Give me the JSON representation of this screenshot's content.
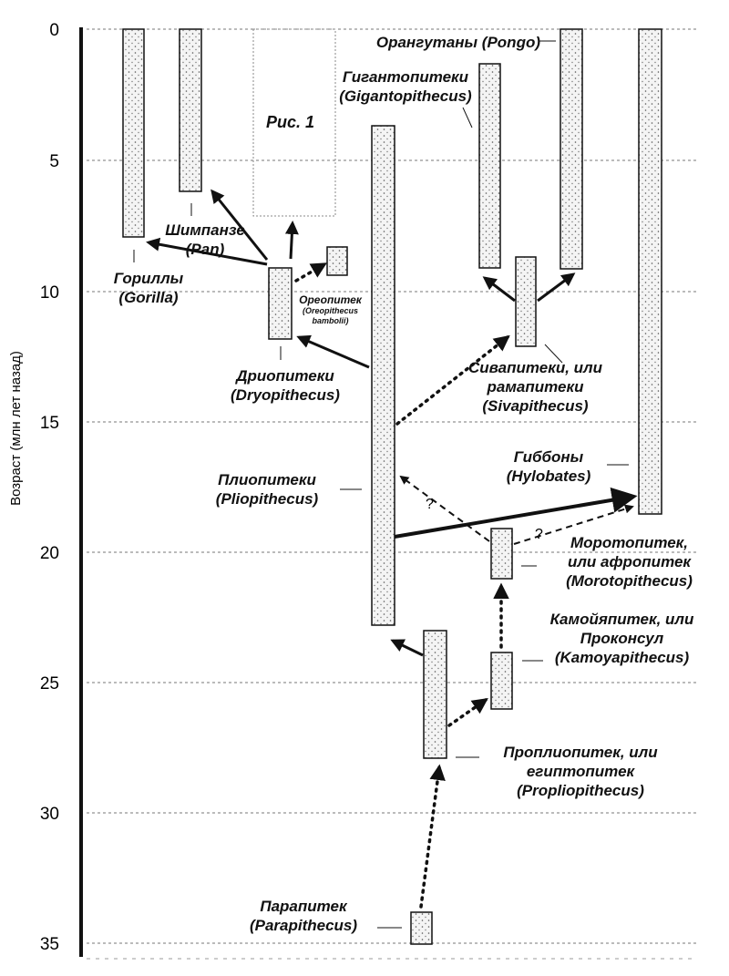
{
  "y_axis": {
    "label": "Возраст (млн лет назад)",
    "ticks": [
      "0",
      "5",
      "10",
      "15",
      "20",
      "25",
      "30",
      "35"
    ]
  },
  "figure_label": "Рис. 1",
  "taxa": [
    {
      "id": "gorilla",
      "lines": [
        "Гориллы",
        "(Gorilla)"
      ]
    },
    {
      "id": "pan",
      "lines": [
        "Шимпанзе",
        "(Pan)"
      ]
    },
    {
      "id": "oreopithecus",
      "lines": [
        "Ореопитек"
      ],
      "sub": [
        "(Oreopithecus",
        "bambolii)"
      ]
    },
    {
      "id": "dryopithecus",
      "lines": [
        "Дриопитеки",
        "(Dryopithecus)"
      ]
    },
    {
      "id": "pliopithecus",
      "lines": [
        "Плиопитеки",
        "(Pliopithecus)"
      ]
    },
    {
      "id": "pongo",
      "lines": [
        "Орангутаны (Pongo)"
      ]
    },
    {
      "id": "gigantopithecus",
      "lines": [
        "Гигантопитеки",
        "(Gigantopithecus)"
      ]
    },
    {
      "id": "sivapithecus",
      "lines": [
        "Сивапитеки, или",
        "рамапитеки",
        "(Sivapithecus)"
      ]
    },
    {
      "id": "hylobates",
      "lines": [
        "Гиббоны",
        "(Hylobates)"
      ]
    },
    {
      "id": "morotopithecus",
      "lines": [
        "Моротопитек,",
        "или афропитек",
        "(Morotopithecus)"
      ]
    },
    {
      "id": "kamoyapithecus",
      "lines": [
        "Камойяпитек, или",
        "Проконсул",
        "(Kamoyapithecus)"
      ]
    },
    {
      "id": "propliopithecus",
      "lines": [
        "Проплиопитек, или",
        "египтопитек",
        "(Propliopithecus)"
      ]
    },
    {
      "id": "parapithecus",
      "lines": [
        "Парапитек",
        "(Parapithecus)"
      ]
    }
  ],
  "question_marks": [
    "?",
    "?"
  ],
  "colors": {
    "line": "#111111",
    "grid": "#777777",
    "bar_fill": "#f3f3f3"
  }
}
